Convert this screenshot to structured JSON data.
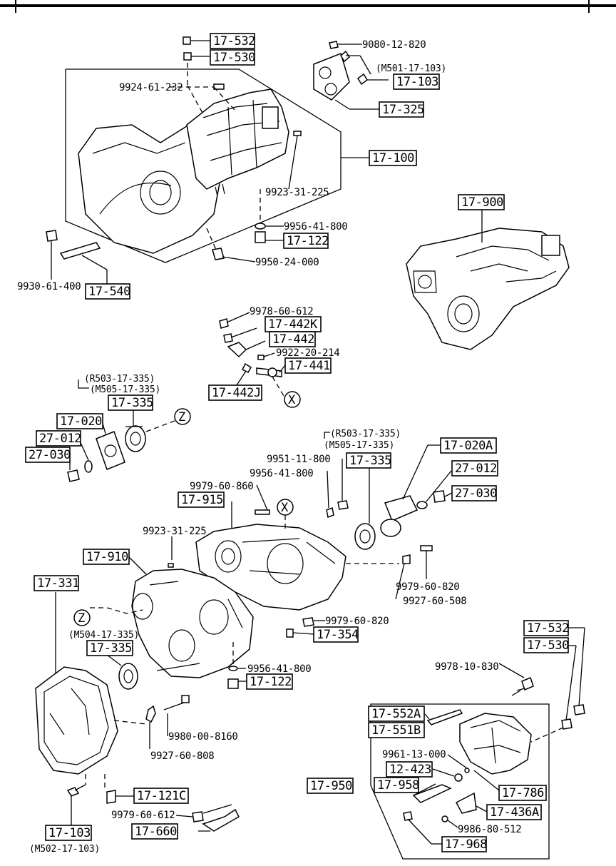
{
  "callouts": {
    "c17_532_top": "17-532",
    "c17_530_top": "17-530",
    "c9080": "9080-12-820",
    "cM501": "(M501-17-103)",
    "c17_103_top": "17-103",
    "c9924": "9924-61-232",
    "c17_325": "17-325",
    "c17_100": "17-100",
    "c9923_top": "9923-31-225",
    "c9956_top": "9956-41-800",
    "c17_122_top": "17-122",
    "c9950": "9950-24-000",
    "c9930": "9930-61-400",
    "c17_540": "17-540",
    "c17_900": "17-900",
    "c9978_60": "9978-60-612",
    "c17_442K": "17-442K",
    "c17_442": "17-442",
    "c9922": "9922-20-214",
    "c17_441": "17-441",
    "c17_442J": "17-442J",
    "cX1": "X",
    "cR503_left": "(R503-17-335)",
    "cM505_left": "(M505-17-335)",
    "c17_335_left": "17-335",
    "c17_020": "17-020",
    "cZ1": "Z",
    "c27_012_left": "27-012",
    "c27_030_left": "27-030",
    "cR503_right": "(R503-17-335)",
    "cM505_right": "(M505-17-335)",
    "c17_020A": "17-020A",
    "c9951": "9951-11-800",
    "c17_335_right": "17-335",
    "c9956_mid": "9956-41-800",
    "c27_012_right": "27-012",
    "c9979_860": "9979-60-860",
    "c27_030_right": "27-030",
    "c17_915": "17-915",
    "cX2": "X",
    "c9923_mid": "9923-31-225",
    "c17_910": "17-910",
    "c9979_820a": "9979-60-820",
    "c9927_508": "9927-60-508",
    "c17_331": "17-331",
    "cZ2": "Z",
    "cM504": "(M504-17-335)",
    "c9979_820b": "9979-60-820",
    "c17_354": "17-354",
    "c17_335_low": "17-335",
    "c9956_low": "9956-41-800",
    "c17_122_low": "17-122",
    "c17_532_right": "17-532",
    "c17_530_right": "17-530",
    "c9978_10": "9978-10-830",
    "c17_552A": "17-552A",
    "c17_551B": "17-551B",
    "c9980": "9980-00-8160",
    "c9927_808": "9927-60-808",
    "c9961": "9961-13-000",
    "c12_423": "12-423",
    "c17_950": "17-950",
    "c17_958": "17-958",
    "c17_786": "17-786",
    "c17_121C": "17-121C",
    "c17_436A": "17-436A",
    "c9979_612": "9979-60-612",
    "c9986": "9986-80-512",
    "c17_660": "17-660",
    "c17_103_low": "17-103",
    "c17_968": "17-968",
    "cM502": "(M502-17-103)"
  }
}
